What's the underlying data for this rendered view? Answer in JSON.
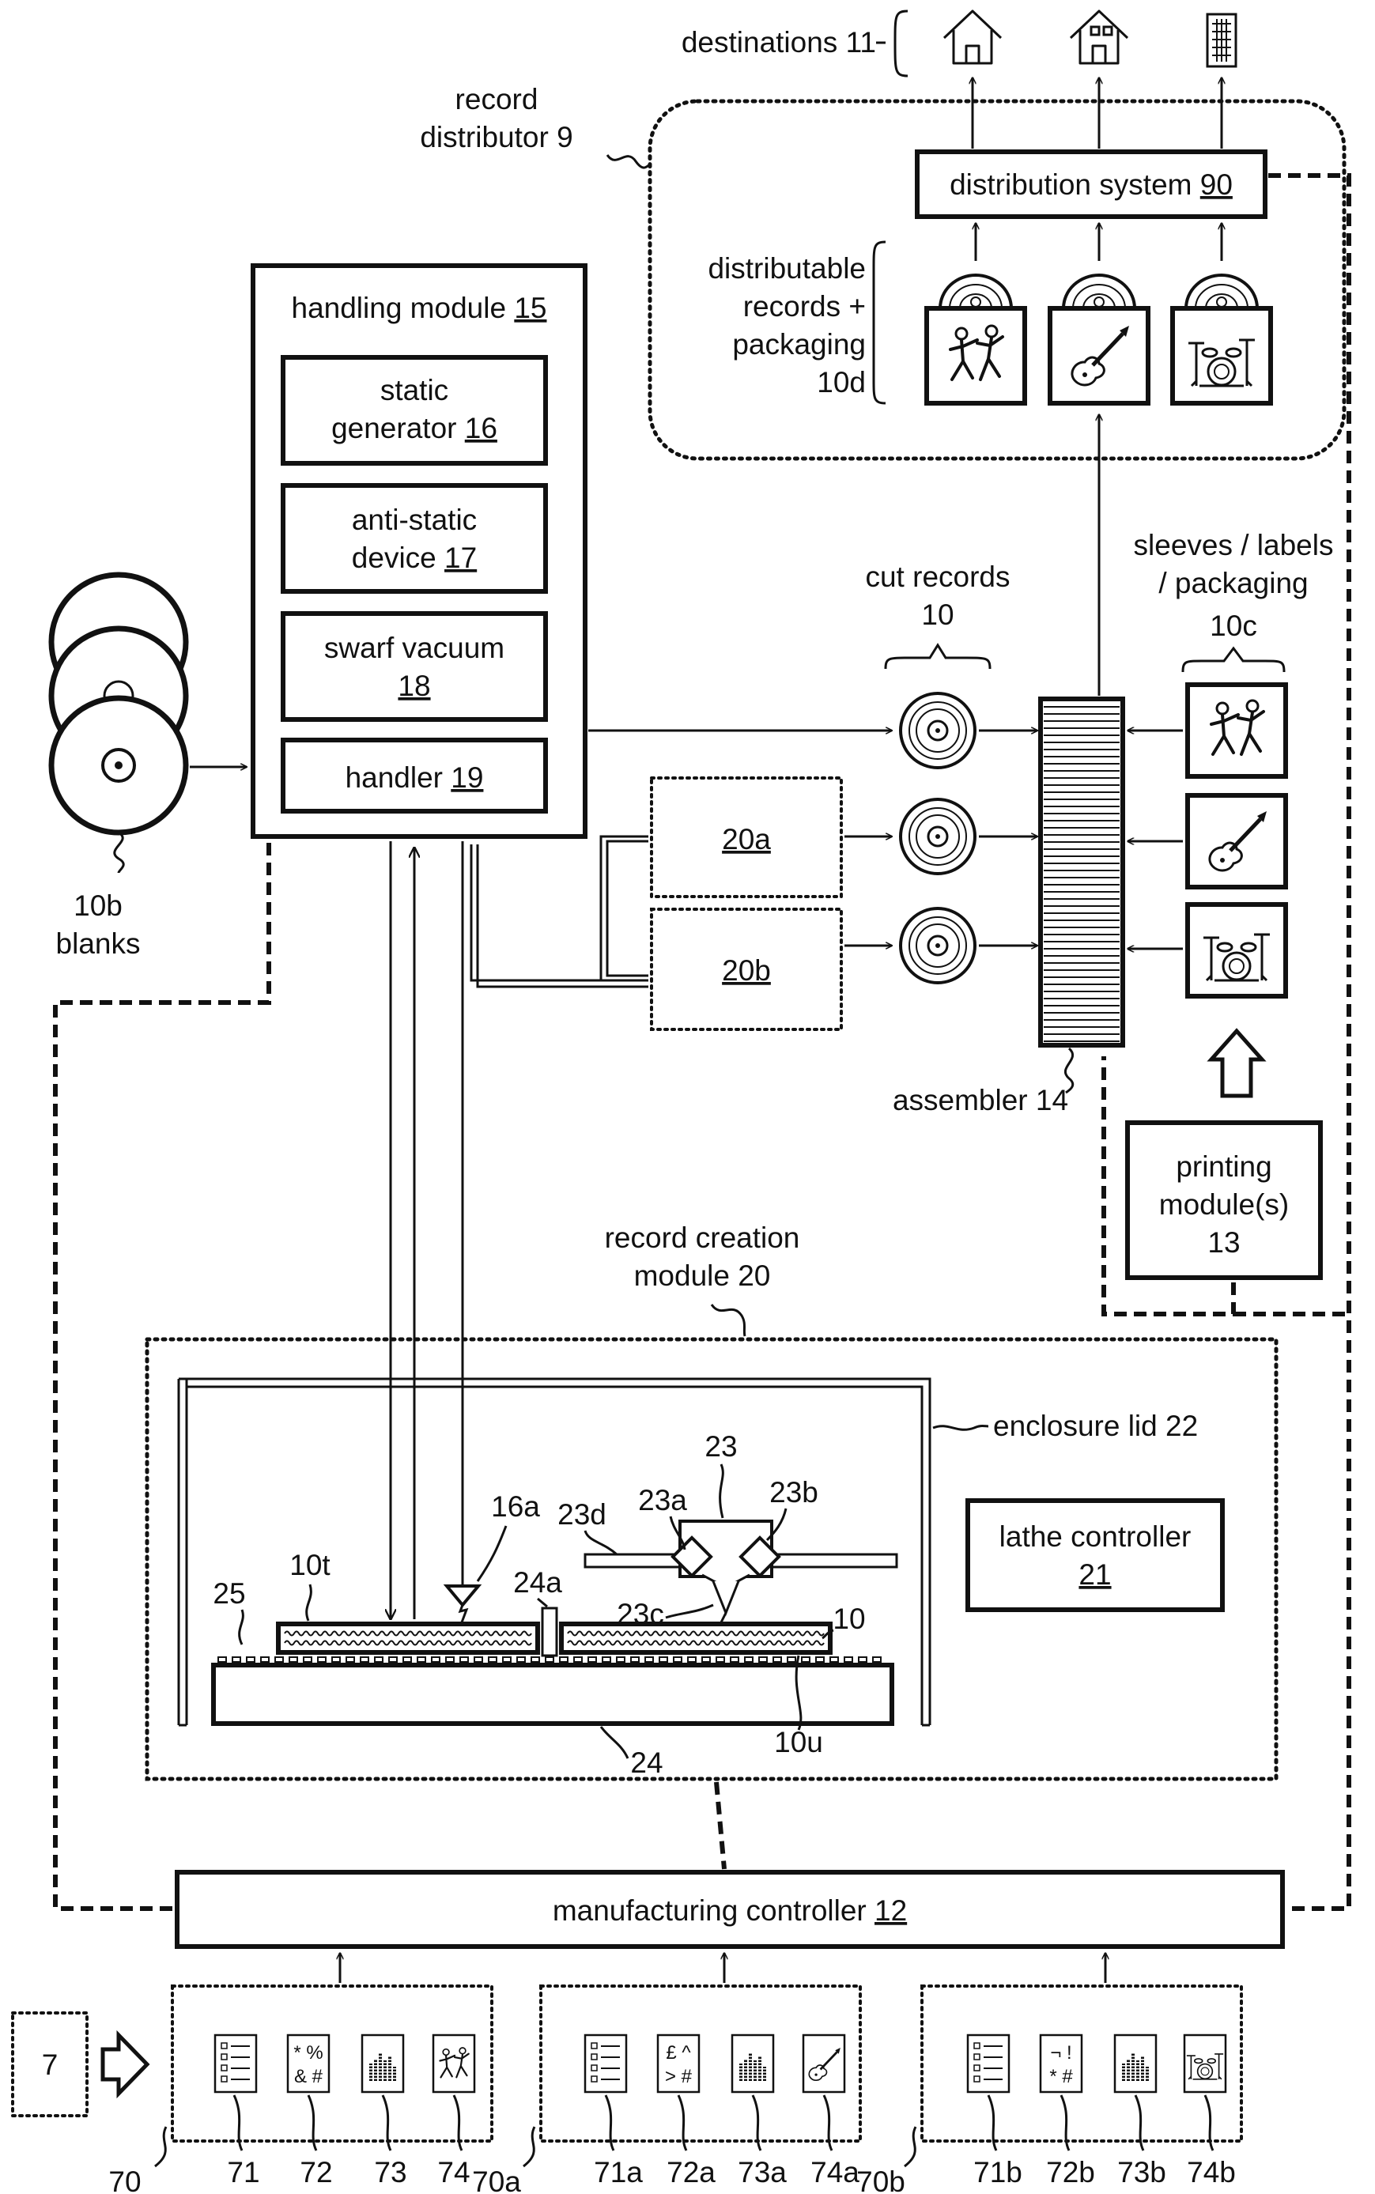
{
  "labels": {
    "destinations": "destinations 11",
    "record_distributor_1": "record",
    "record_distributor_2": "distributor 9",
    "distribution_system": "distribution system",
    "distribution_system_num": "90",
    "distributable_1": "distributable",
    "distributable_2": "records +",
    "distributable_3": "packaging",
    "distributable_4": "10d",
    "handling_module": "handling module",
    "handling_module_num": "15",
    "static_generator_1": "static",
    "static_generator_2": "generator",
    "static_generator_num": "16",
    "anti_static_1": "anti-static",
    "anti_static_2": "device",
    "anti_static_num": "17",
    "swarf_vacuum": "swarf vacuum",
    "swarf_vacuum_num": "18",
    "handler": "handler",
    "handler_num": "19",
    "blanks_1": "10b",
    "blanks_2": "blanks",
    "cut_records_1": "cut records",
    "cut_records_2": "10",
    "sleeves_1": "sleeves / labels",
    "sleeves_2": "/ packaging",
    "sleeves_3": "10c",
    "module_20a": "20a",
    "module_20b": "20b",
    "assembler": "assembler 14",
    "printing_1": "printing",
    "printing_2": "module(s)",
    "printing_3": "13",
    "record_creation_1": "record creation",
    "record_creation_2": "module 20",
    "enclosure_lid": "enclosure lid 22",
    "lathe_controller_1": "lathe controller",
    "lathe_controller_2": "21",
    "ref_23": "23",
    "ref_23a": "23a",
    "ref_23b": "23b",
    "ref_23c": "23c",
    "ref_23d": "23d",
    "ref_16a": "16a",
    "ref_24a": "24a",
    "ref_24": "24",
    "ref_25": "25",
    "ref_10t": "10t",
    "ref_10": "10",
    "ref_10u": "10u",
    "manufacturing_controller": "manufacturing controller",
    "manufacturing_controller_num": "12",
    "ref_7": "7",
    "ref_70": "70",
    "ref_71": "71",
    "ref_72": "72",
    "ref_73": "73",
    "ref_74": "74",
    "ref_70a": "70a",
    "ref_71a": "71a",
    "ref_72a": "72a",
    "ref_73a": "73a",
    "ref_74a": "74a",
    "ref_70b": "70b",
    "ref_71b": "71b",
    "ref_72b": "72b",
    "ref_73b": "73b",
    "ref_74b": "74b",
    "sym_72_1": "* %",
    "sym_72_2": "& #",
    "sym_72a_1": "£ ^",
    "sym_72a_2": "> #",
    "sym_72b_1": "¬ !",
    "sym_72b_2": "* #"
  },
  "icons": {
    "house_1": "house-icon",
    "house_2": "house-icon",
    "building": "office-building-icon",
    "record": "vinyl-record-icon",
    "dancers": "dancers-icon",
    "guitar": "guitar-icon",
    "drums": "drum-kit-icon",
    "checklist": "checklist-icon",
    "equalizer": "equalizer-icon",
    "block_arrow": "block-arrow-icon"
  }
}
